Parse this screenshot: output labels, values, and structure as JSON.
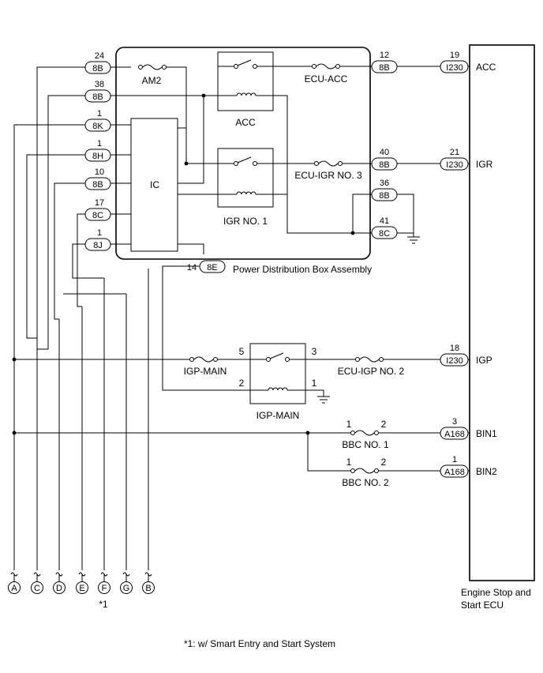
{
  "diagram": {
    "left_connectors": [
      {
        "pin": "24",
        "code": "8B"
      },
      {
        "pin": "38",
        "code": "8B"
      },
      {
        "pin": "1",
        "code": "8K"
      },
      {
        "pin": "1",
        "code": "8H"
      },
      {
        "pin": "10",
        "code": "8B"
      },
      {
        "pin": "17",
        "code": "8C"
      },
      {
        "pin": "1",
        "code": "8J"
      }
    ],
    "right_connectors": {
      "acc": {
        "pin": "12",
        "code": "8B"
      },
      "igr": {
        "pin": "40",
        "code": "8B"
      },
      "gnd1": {
        "pin": "36",
        "code": "8B"
      },
      "gnd2": {
        "pin": "41",
        "code": "8C"
      },
      "bottom": {
        "pin": "14",
        "code": "8E"
      }
    },
    "fuses": {
      "am2": "AM2",
      "ecu_acc": "ECU-ACC",
      "ecu_igr3": "ECU-IGR NO. 3",
      "igp_main": "IGP-MAIN",
      "ecu_igp2": "ECU-IGP NO. 2",
      "bbc1": "BBC NO. 1",
      "bbc2": "BBC NO. 2"
    },
    "relays": {
      "acc": "ACC",
      "igr": "IGR NO. 1",
      "igp": "IGP-MAIN",
      "ic": "IC"
    },
    "igp_relay_pins": {
      "p5": "5",
      "p3": "3",
      "p2": "2",
      "p1": "1"
    },
    "bbc1_pins": {
      "a": "1",
      "b": "2"
    },
    "bbc2_pins": {
      "a": "1",
      "b": "2"
    },
    "pdb_label": "Power Distribution Box Assembly",
    "ecu_connectors": [
      {
        "pin": "19",
        "code": "I230",
        "signal": "ACC"
      },
      {
        "pin": "21",
        "code": "I230",
        "signal": "IGR"
      },
      {
        "pin": "18",
        "code": "I230",
        "signal": "IGP"
      },
      {
        "pin": "3",
        "code": "A168",
        "signal": "BIN1"
      },
      {
        "pin": "1",
        "code": "A168",
        "signal": "BIN2"
      }
    ],
    "ecu_name_line1": "Engine Stop and",
    "ecu_name_line2": "Start ECU",
    "bottom_terminals": [
      "A",
      "C",
      "D",
      "E",
      "F",
      "G",
      "B"
    ],
    "terminal_note": "*1",
    "footnote": "*1: w/ Smart Entry and Start System"
  }
}
